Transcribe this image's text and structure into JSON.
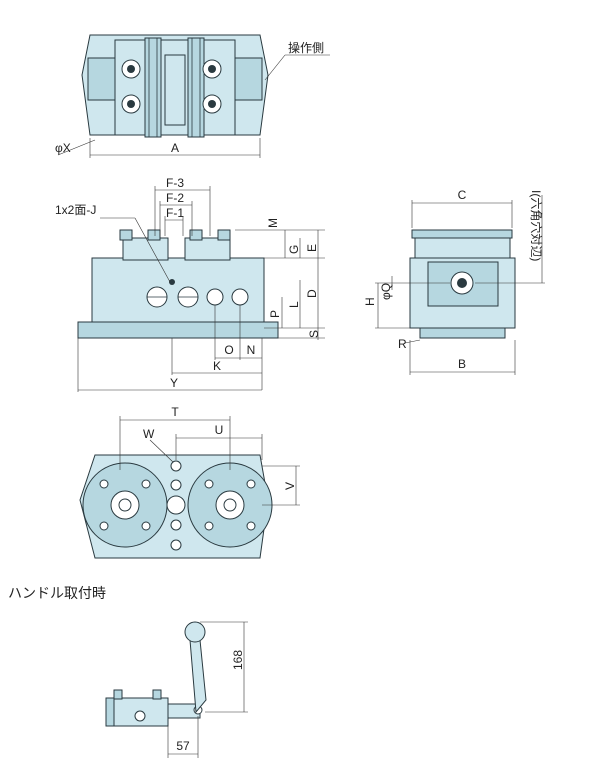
{
  "labels": {
    "operation_side": "操作側",
    "phi_x": "φX",
    "a": "A",
    "f3": "F-3",
    "f2": "F-2",
    "f1": "F-1",
    "face_j": "1x2面-J",
    "m": "M",
    "g": "G",
    "e": "E",
    "d": "D",
    "l": "L",
    "p": "P",
    "s": "S",
    "o": "O",
    "n": "N",
    "k": "K",
    "y": "Y",
    "c": "C",
    "i_hex": "I(六角穴対辺)",
    "h": "H",
    "phi_q": "φQ",
    "r": "R",
    "b": "B",
    "t": "T",
    "w": "W",
    "u": "U",
    "v": "V",
    "handle_title": "ハンドル取付時",
    "dim_168": "168",
    "dim_57": "57"
  },
  "colors": {
    "body": "#cfe7ee",
    "body_dark": "#b6d7e0",
    "outline": "#2a3a40"
  }
}
